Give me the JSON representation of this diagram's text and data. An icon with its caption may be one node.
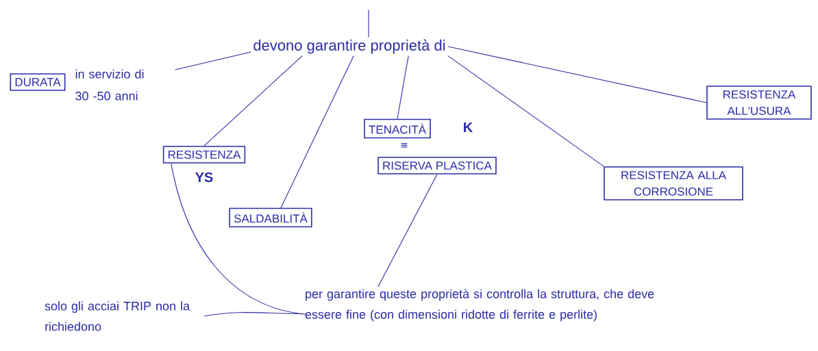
{
  "diagram": {
    "nodes": [
      {
        "text": [
          "devono garantire proprietà di"
        ]
      },
      {
        "text": [
          "DURATA"
        ],
        "beside": [
          "in servizio di 30 -50 anni"
        ]
      },
      {
        "text": [
          "RESISTENZA"
        ],
        "beside": [
          "YS"
        ]
      },
      {
        "text": [
          "SALDABILITÀ"
        ]
      },
      {
        "text": [
          "TENACITÀ"
        ],
        "beside": [
          "K"
        ]
      },
      {
        "text": [
          "RISERVA PLASTICA"
        ]
      },
      {
        "text": [
          "RESISTENZA ALL'USURA"
        ]
      },
      {
        "text": [
          "RESISTENZA ALLA CORROSIONE"
        ]
      },
      {
        "text": [
          "per garantire queste proprietà si controlla la struttura, che deve essere fine (con dimensioni ridotte di ferrite e perlite)"
        ]
      },
      {
        "text": [
          "solo gli acciai TRIP non la richiedono"
        ]
      }
    ],
    "edges": [
      {
        "from": null,
        "to": 0,
        "arrow": "none"
      },
      {
        "from": 0,
        "to": 1,
        "arrow": "none"
      },
      {
        "from": 0,
        "to": 2,
        "arrow": "none"
      },
      {
        "from": 0,
        "to": 3,
        "arrow": "none"
      },
      {
        "from": 0,
        "to": 4,
        "arrow": "none"
      },
      {
        "from": 0,
        "to": 6,
        "arrow": "none"
      },
      {
        "from": 0,
        "to": 7,
        "arrow": "none"
      },
      {
        "from": 2,
        "to": 8,
        "arrow": "none"
      },
      {
        "from": 5,
        "to": 8,
        "arrow": "none"
      },
      {
        "from": 9,
        "to": 8,
        "arrow": "none"
      }
    ],
    "labels": [
      "≡"
    ]
  }
}
